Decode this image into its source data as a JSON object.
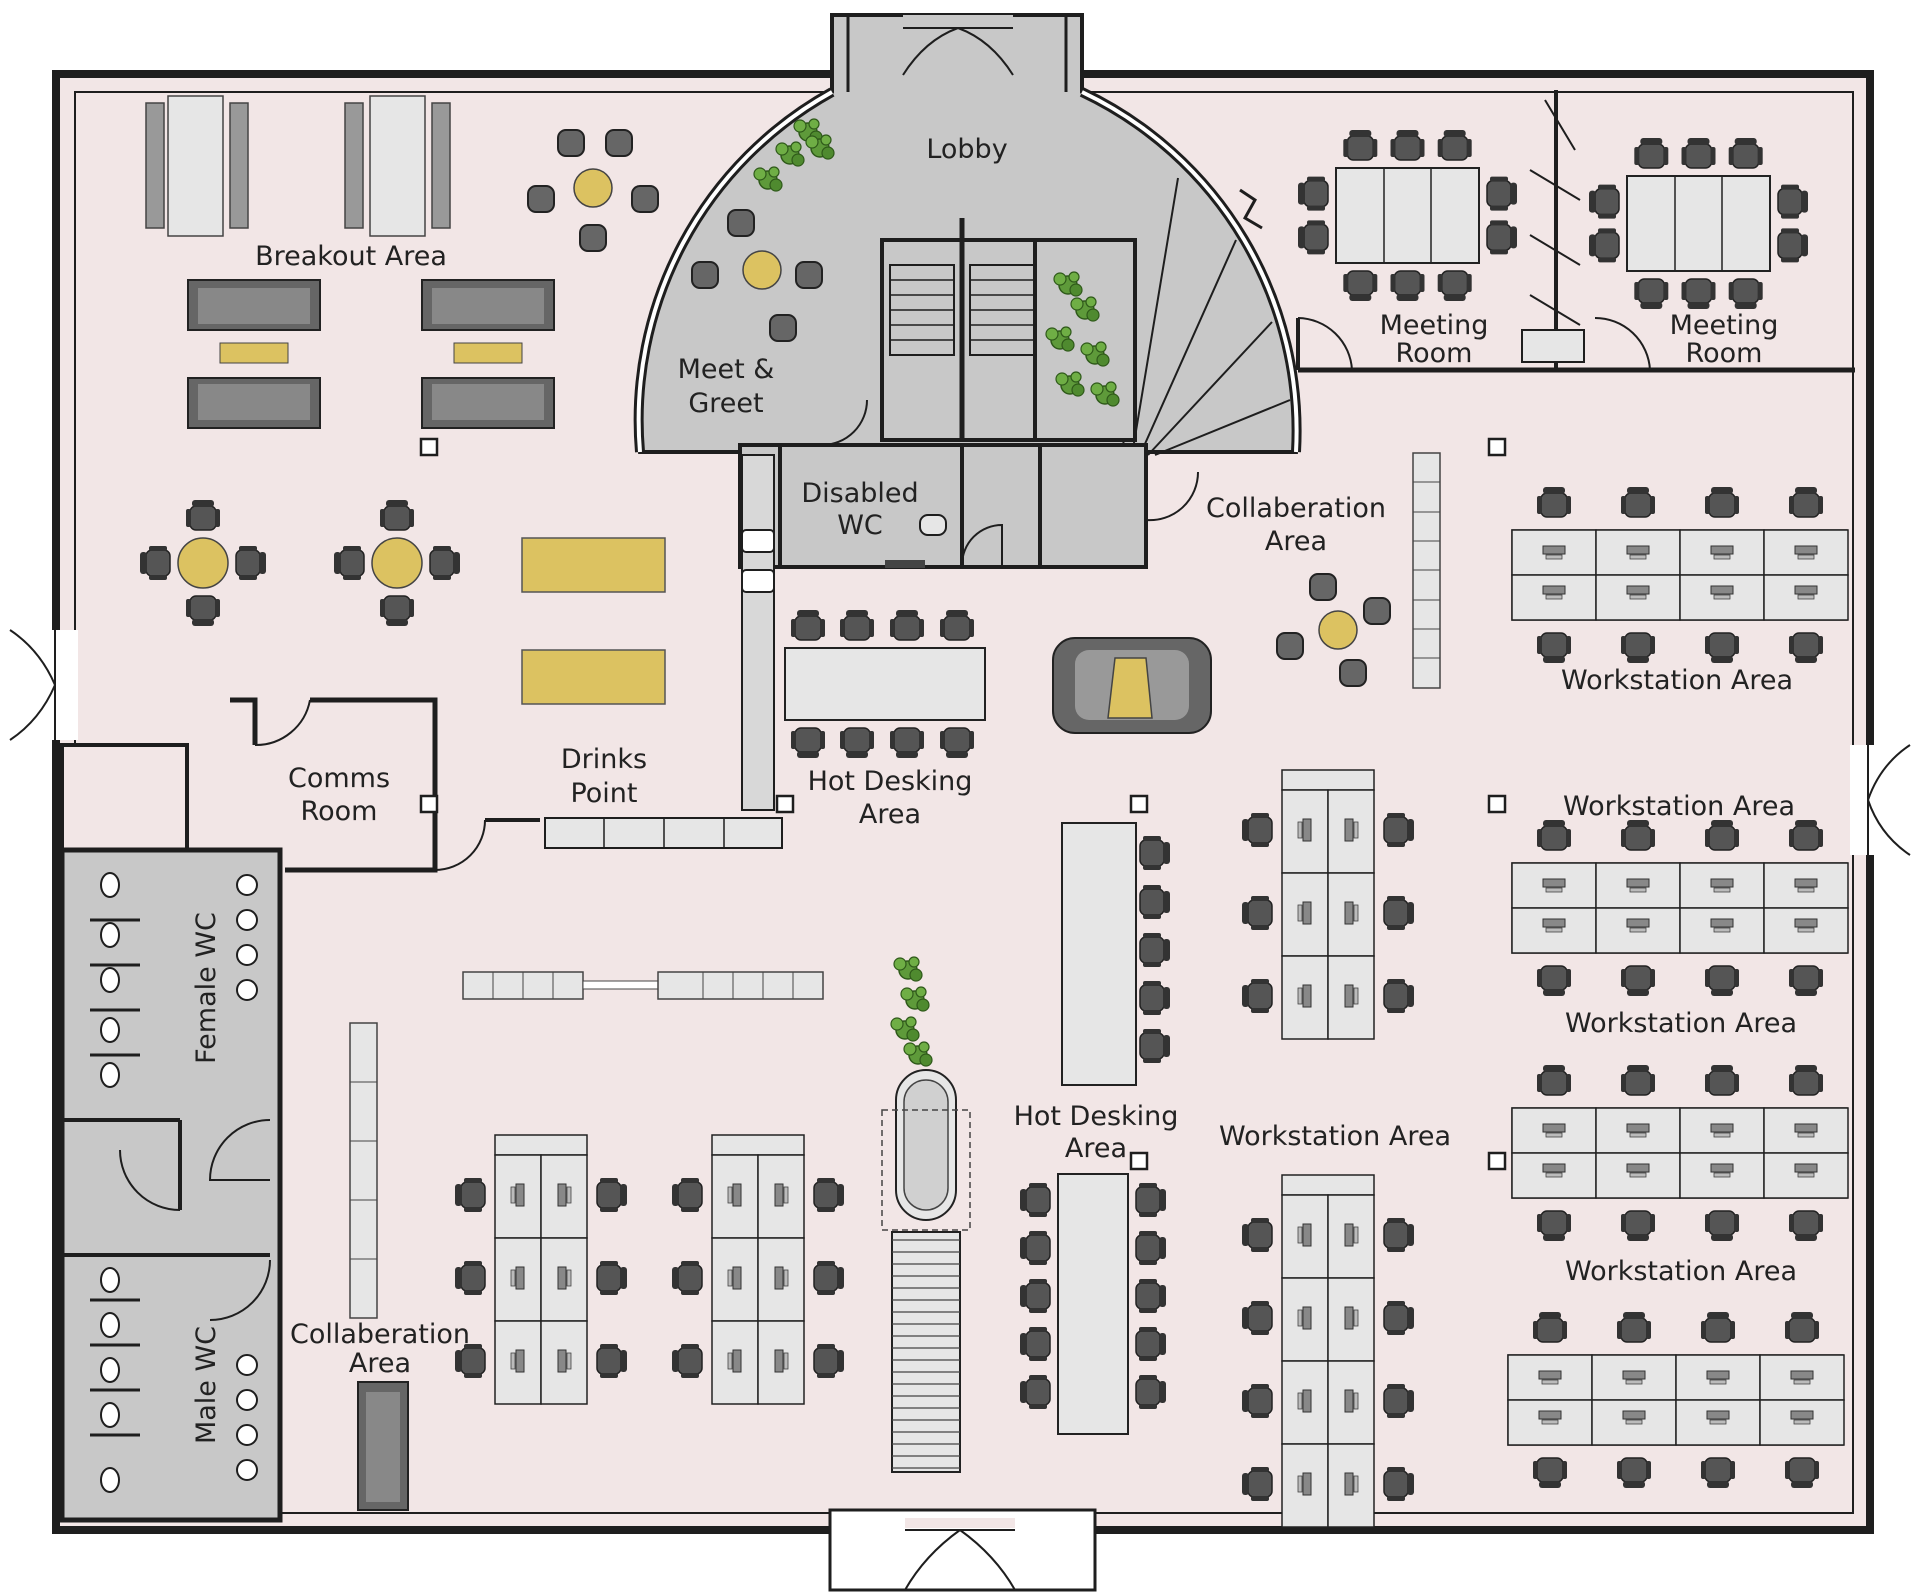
{
  "plan": {
    "colors": {
      "floor": "#f2e6e6",
      "core": "#c8c8c8",
      "wall": "#1e1e1e",
      "accent": "#dcc261",
      "furniture": "#e6e6e6",
      "chair": "#4a4a4a",
      "plant": "#4f8a2f"
    },
    "labels": {
      "lobby": "Lobby",
      "breakout": "Breakout Area",
      "meet_greet_1": "Meet &",
      "meet_greet_2": "Greet",
      "meeting_room_a_1": "Meeting",
      "meeting_room_a_2": "Room",
      "meeting_room_b_1": "Meeting",
      "meeting_room_b_2": "Room",
      "disabled_wc_1": "Disabled",
      "disabled_wc_2": "WC",
      "collab_top_1": "Collaberation",
      "collab_top_2": "Area",
      "comms_1": "Comms",
      "comms_2": "Room",
      "drinks_1": "Drinks",
      "drinks_2": "Point",
      "hotdesk_top_1": "Hot Desking",
      "hotdesk_top_2": "Area",
      "female_wc": "Female WC",
      "male_wc": "Male WC",
      "collab_bottom_1": "Collaberation",
      "collab_bottom_2": "Area",
      "hotdesk_mid_1": "Hot Desking",
      "hotdesk_mid_2": "Area",
      "ws_center": "Workstation Area",
      "ws_right_1": "Workstation Area",
      "ws_right_2": "Workstation Area",
      "ws_right_3": "Workstation Area",
      "ws_right_4": "Workstation Area"
    }
  }
}
